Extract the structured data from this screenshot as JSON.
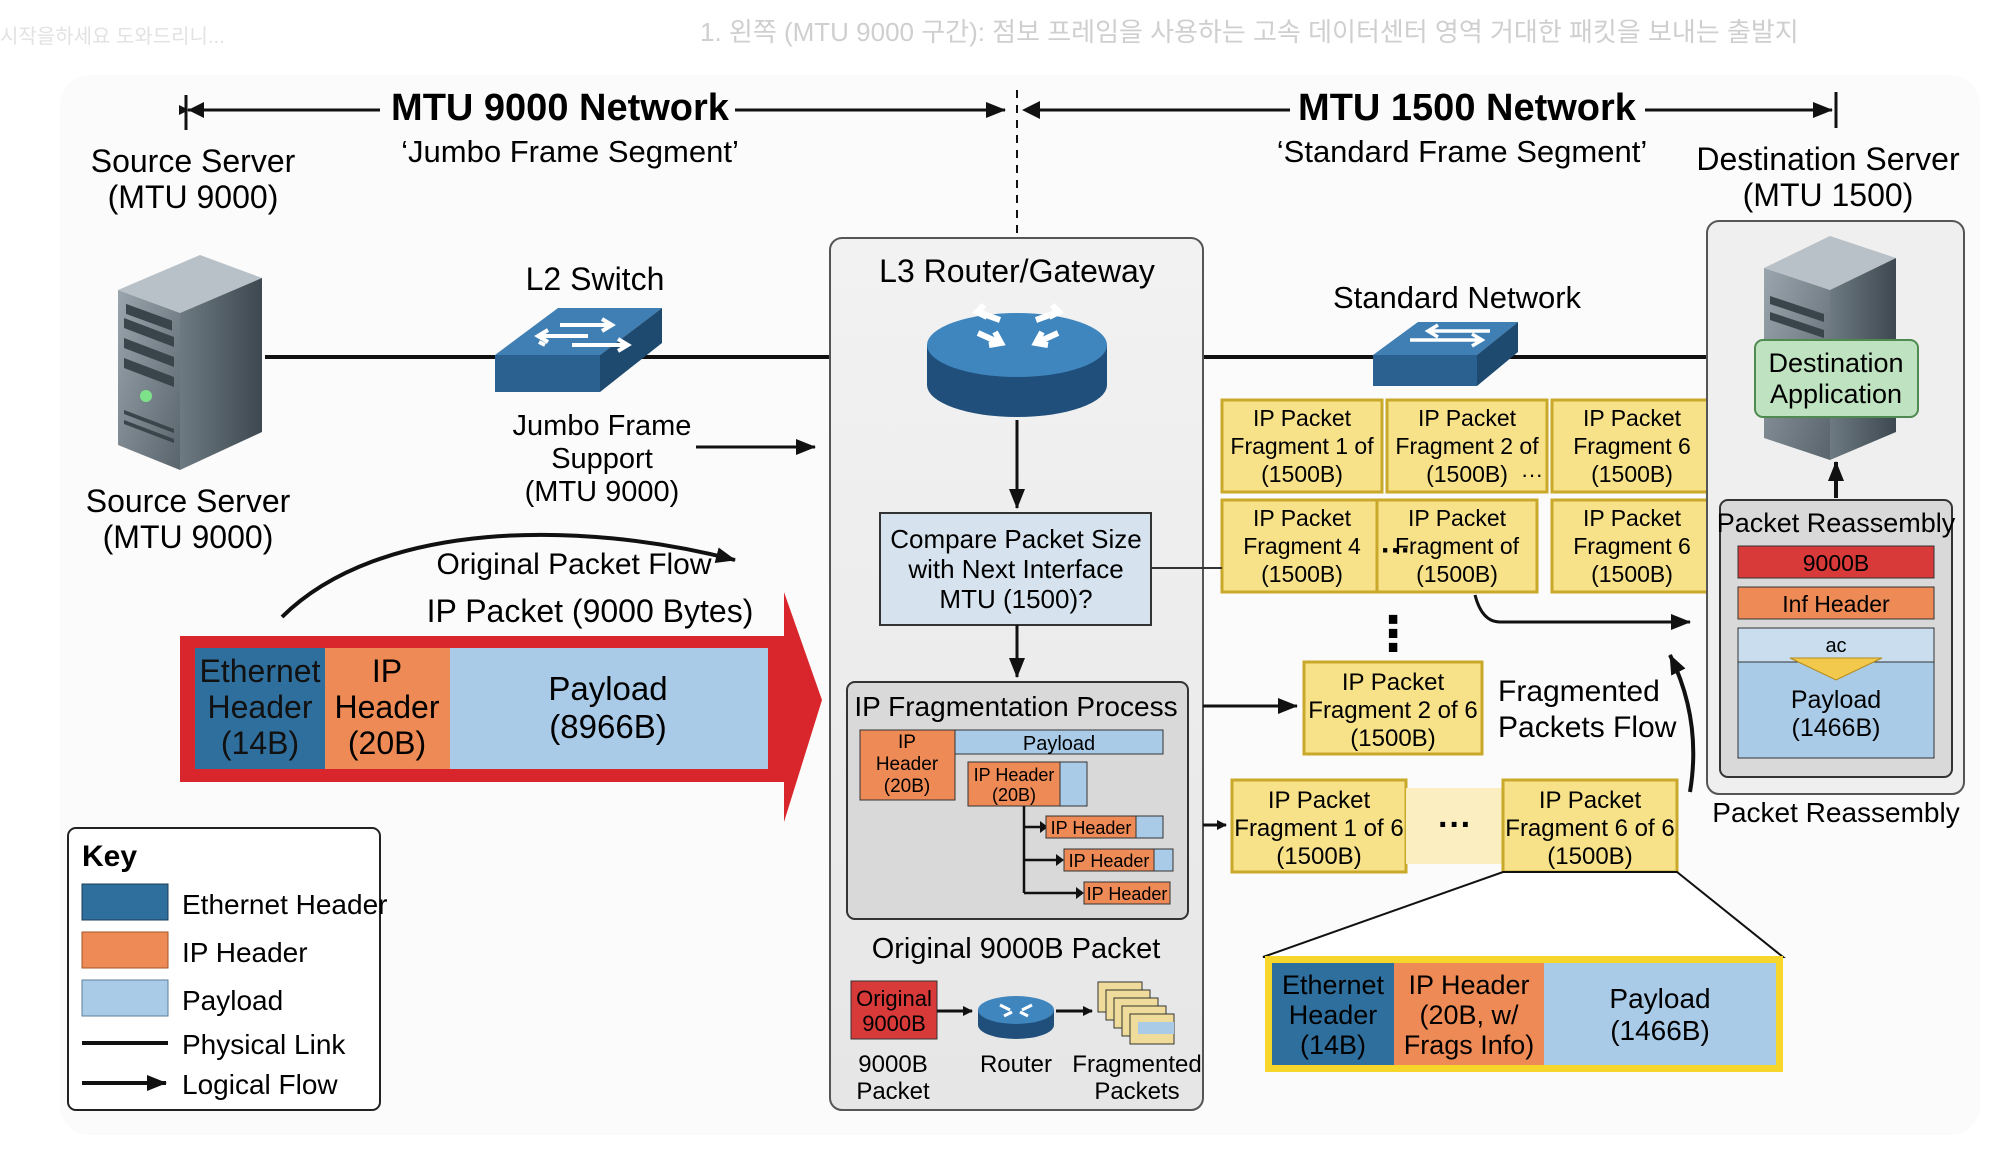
{
  "background_caption": "1. 왼쪽 (MTU 9000 구간): 점보 프레임을 사용하는 고속 데이터센터 영역 거대한 패킷을 보내는 출발지",
  "left_ghost_text": "시작을하세요 도와드리니...",
  "mtu9000_network": {
    "title": "MTU 9000 Network",
    "subtitle": "‘Jumbo Frame Segment’"
  },
  "mtu1500_network": {
    "title": "MTU 1500 Network",
    "subtitle": "‘Standard Frame Segment’"
  },
  "source_server": {
    "top_label": [
      "Source Server",
      "(MTU 9000)"
    ],
    "bottom_label": [
      "Source Server",
      "(MTU 9000)"
    ],
    "icon": "server-tower-icon"
  },
  "l2_switch": {
    "label": "L2 Switch",
    "note": [
      "Jumbo Frame",
      "Support",
      "(MTU 9000)"
    ],
    "icon": "switch-icon"
  },
  "router": {
    "title": "L3 Router/Gateway",
    "icon": "router-icon",
    "compare": [
      "Compare Packet Size",
      "with Next Interface",
      "MTU (1500)?"
    ],
    "frag_title": "IP Fragmentation Process",
    "frag_ip_header": [
      "IP",
      "Header",
      "(20B)"
    ],
    "frag_payload": "Payload",
    "frag_ip_header_small": [
      "IP Header",
      "(20B)"
    ],
    "frag_ip_header_tag": "IP Header",
    "orig_title": "Original 9000B Packet",
    "orig_box": [
      "Original",
      "9000B"
    ],
    "orig_labels": [
      [
        "9000B",
        "Packet"
      ],
      [
        "Router"
      ],
      [
        "Fragmented",
        "Packets"
      ]
    ]
  },
  "standard_network": {
    "label": "Standard Network",
    "icon": "switch-icon"
  },
  "flow": {
    "original_flow": "Original Packet Flow",
    "packet_title": "IP Packet (9000 Bytes)",
    "ethernet": [
      "Ethernet",
      "Header",
      "(14B)"
    ],
    "ip": [
      "IP",
      "Header",
      "(20B)"
    ],
    "payload": [
      "Payload",
      "(8966B)"
    ]
  },
  "fragments_grid": [
    [
      [
        "IP Packet",
        "Fragment 1 of",
        "(1500B)"
      ],
      [
        "IP Packet",
        "Fragment 2 of",
        "(1500B)"
      ],
      [
        "IP Packet",
        "Fragment 6",
        "(1500B)"
      ]
    ],
    [
      [
        "IP Packet",
        "Fragment 4",
        "(1500B)"
      ],
      [
        "IP Packet",
        "Fragment of",
        "(1500B)"
      ],
      [
        "IP Packet",
        "Fragment 6",
        "(1500B)"
      ]
    ]
  ],
  "ellipsis": "···",
  "vertical_dots": "⋮",
  "fragment_mid": [
    "IP Packet",
    "Fragment 2 of 6",
    "(1500B)"
  ],
  "fragmented_flow_label": [
    "Fragmented",
    "Packets Flow"
  ],
  "fragment_row": [
    [
      "IP Packet",
      "Fragment 1 of 6",
      "(1500B)"
    ],
    [
      "IP Packet",
      "Fragment 6 of 6",
      "(1500B)"
    ]
  ],
  "fragment_detail": {
    "ethernet": [
      "Ethernet",
      "Header",
      "(14B)"
    ],
    "ip": [
      "IP Header",
      "(20B, w/",
      "Frags Info)"
    ],
    "payload": [
      "Payload",
      "(1466B)"
    ]
  },
  "destination_server": {
    "label": [
      "Destination Server",
      "(MTU 1500)"
    ],
    "app": [
      "Destination",
      "Application"
    ],
    "icon": "server-tower-icon",
    "reassembly_title": "Packet Reassembly",
    "bar_9000": "9000B",
    "bar_ip": "Inf Header",
    "bar_ac": "ac",
    "payload": [
      "Payload",
      "(1466B)"
    ],
    "reassembly_caption": "Packet Reassembly"
  },
  "key": {
    "title": "Key",
    "items": [
      "Ethernet Header",
      "IP Header",
      "Payload",
      "Physical Link",
      "Logical Flow"
    ]
  },
  "colors": {
    "ethernet": "#2f6f9e",
    "ip": "#ee8a55",
    "payload": "#a9cbe7",
    "fragment": "#f7e28a",
    "fragment_border": "#c9a82a",
    "red_arrow": "#d9262d",
    "router_panel": "#ececec",
    "dest_app": "#bfe3c0",
    "bar_red": "#d83a3a"
  }
}
